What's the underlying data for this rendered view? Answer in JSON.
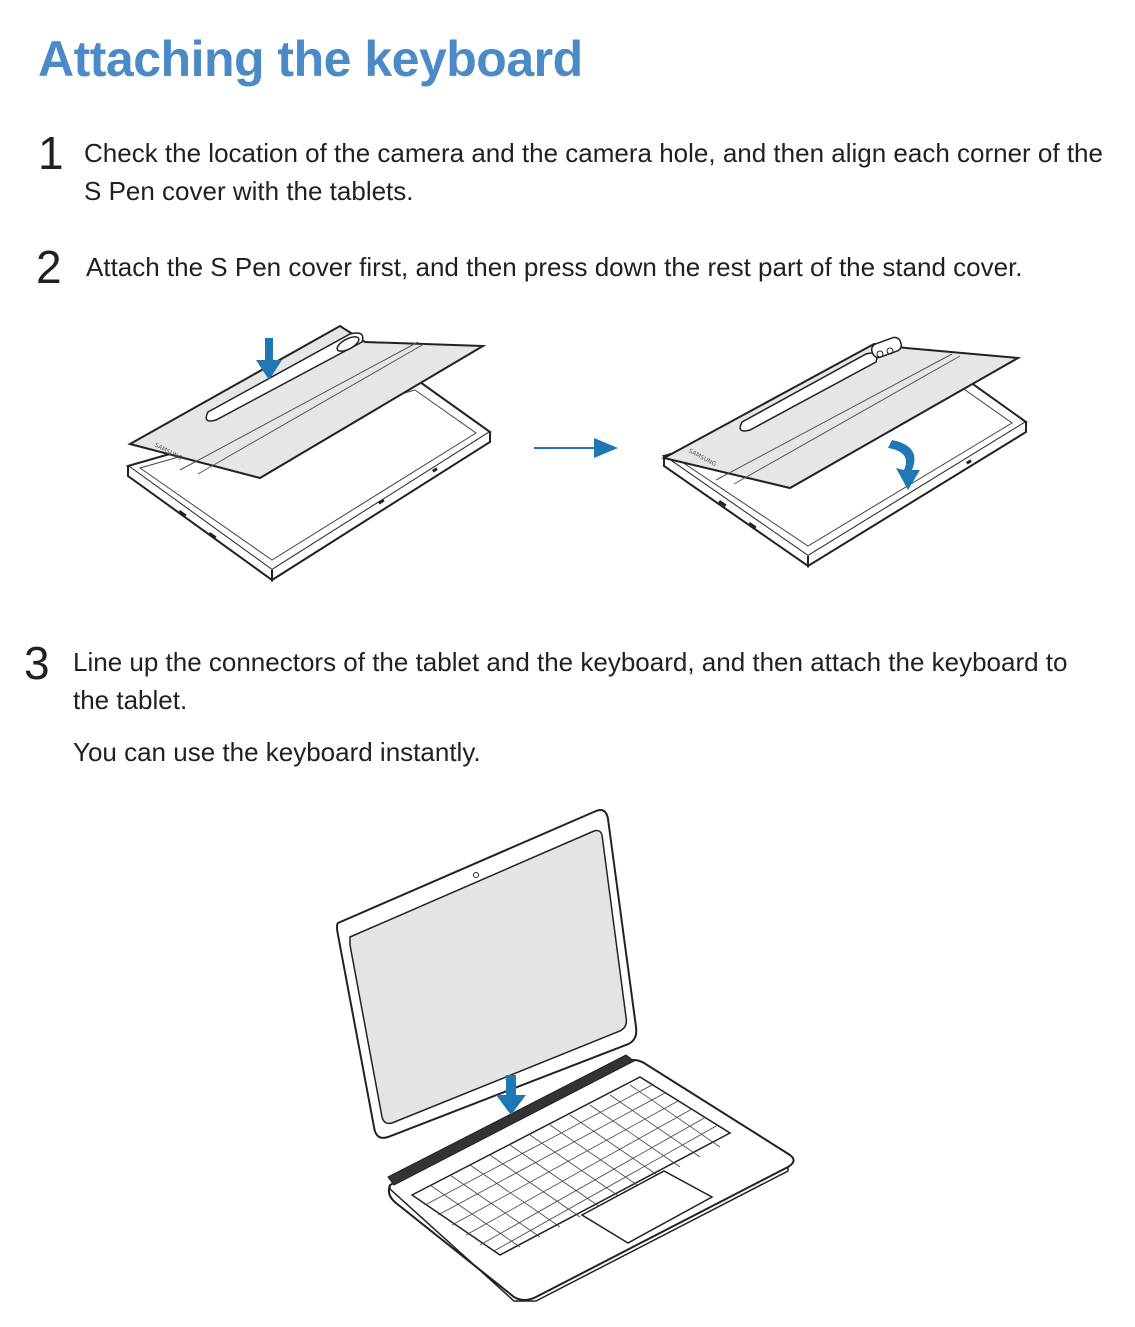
{
  "title": "Attaching the keyboard",
  "steps": [
    {
      "number": "1",
      "text": "Check the location of the camera and the camera hole, and then align each corner of the S Pen cover with the tablets."
    },
    {
      "number": "2",
      "text": "Attach the S Pen cover first, and then press down the rest part of the stand cover."
    },
    {
      "number": "3",
      "text": "Line up the connectors of the tablet and the keyboard, and then attach the keyboard to the tablet."
    }
  ],
  "step3_note": "You can use the keyboard instantly.",
  "illustrations": {
    "brand_logo_text": "SAMSUNG",
    "arrow_color": "#1f78b4"
  }
}
